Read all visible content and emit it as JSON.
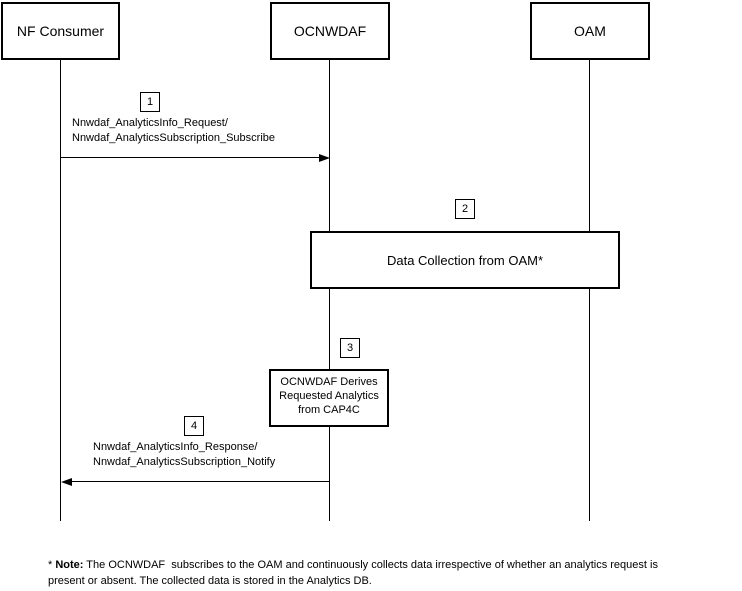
{
  "diagram": {
    "colors": {
      "line": "#000000",
      "background": "#ffffff",
      "text": "#000000"
    },
    "actors": [
      {
        "label": "NF Consumer"
      },
      {
        "label": "OCNWDAF"
      },
      {
        "label": "OAM"
      }
    ],
    "steps": [
      {
        "number": "1",
        "type": "message",
        "direction": "right",
        "line1": "Nnwdaf_AnalyticsInfo_Request/",
        "line2": "Nnwdaf_AnalyticsSubscription_Subscribe"
      },
      {
        "number": "2",
        "type": "activity",
        "label": "Data Collection from OAM*"
      },
      {
        "number": "3",
        "type": "activity",
        "line1": "OCNWDAF Derives",
        "line2": "Requested Analytics",
        "line3": "from CAP4C"
      },
      {
        "number": "4",
        "type": "message",
        "direction": "left",
        "line1": "Nnwdaf_AnalyticsInfo_Response/",
        "line2": "Nnwdaf_AnalyticsSubscription_Notify"
      }
    ],
    "note": {
      "prefix": "* ",
      "bold": "Note:",
      "line1_rest": " The OCNWDAF  subscribes to the OAM and continuously collects data irrespective of whether an analytics request is",
      "line2": "present or absent. The collected data is stored in the Analytics DB."
    }
  }
}
